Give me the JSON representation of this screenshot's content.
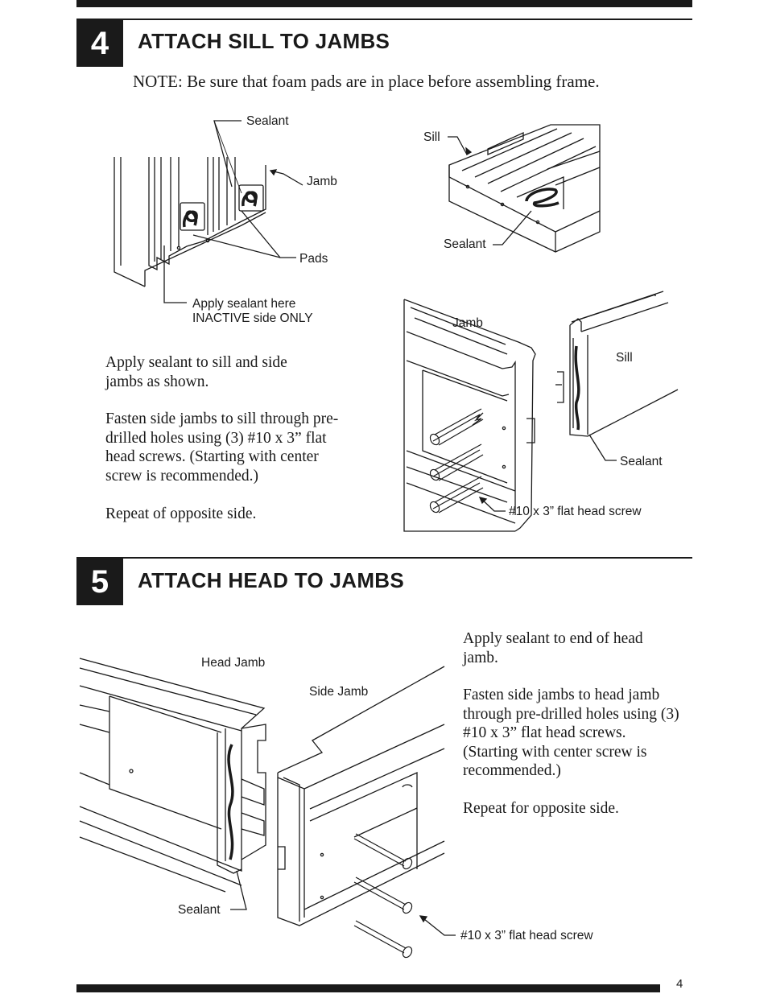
{
  "step4": {
    "number": "4",
    "title": "ATTACH SILL TO JAMBS",
    "note": "NOTE: Be sure that foam pads are in place before assembling frame.",
    "labels": {
      "sealant_top": "Sealant",
      "jamb_top": "Jamb",
      "pads": "Pads",
      "apply_here": "Apply sealant here\nINACTIVE side ONLY",
      "sill_top": "Sill",
      "sealant_sill": "Sealant",
      "jamb_lower": "Jamb",
      "sill_lower": "Sill",
      "sealant_lower": "Sealant",
      "screw": "#10 x 3” flat head screw"
    },
    "instructions": [
      "Apply sealant to sill and side jambs as shown.",
      "Fasten side jambs to sill through pre-drilled holes using (3) #10 x 3” flat head screws.  (Starting with center screw is recommended.)",
      "Repeat of opposite side."
    ]
  },
  "step5": {
    "number": "5",
    "title": "ATTACH HEAD TO JAMBS",
    "labels": {
      "head_jamb": "Head Jamb",
      "side_jamb": "Side Jamb",
      "sealant": "Sealant",
      "screw": "#10 x 3” flat head screw"
    },
    "instructions": [
      "Apply sealant to end of head jamb.",
      "Fasten side jambs to head jamb through pre-drilled holes using (3) #10 x 3” flat head screws. (Starting with center screw is recommended.)",
      "Repeat for opposite side."
    ]
  },
  "page_number": "4"
}
